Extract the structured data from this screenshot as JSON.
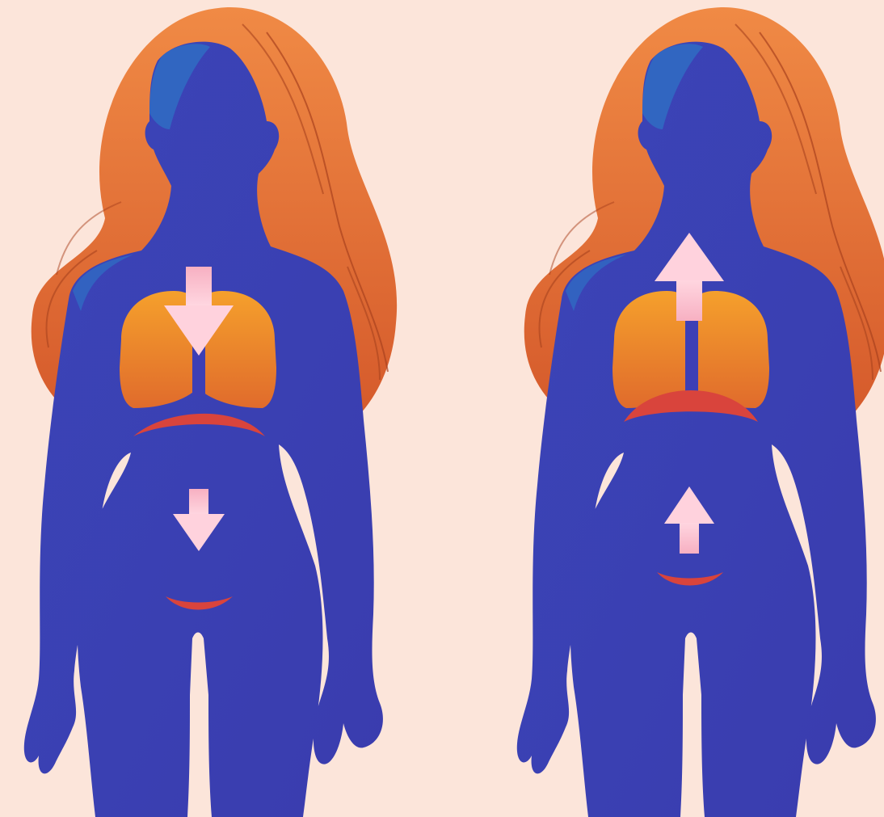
{
  "diagram": {
    "figures": [
      {
        "id": "left",
        "phase": "inhale",
        "arrow_direction": "down",
        "diaphragm": "lowered"
      },
      {
        "id": "right",
        "phase": "exhale",
        "arrow_direction": "up",
        "diaphragm": "raised"
      }
    ]
  },
  "colors": {
    "background": "#fce5da",
    "hair_light": "#f08a45",
    "hair_dark": "#d4582a",
    "hair_strand": "#a9421e",
    "body": "#3d3fb5",
    "face_shade": "#2f6fc4",
    "lung_top": "#f5a02c",
    "lung_bottom": "#e06b2c",
    "diaphragm": "#d9443c",
    "arrow_light": "#ffd2dd",
    "arrow_mid": "#f7b0c2"
  },
  "icons": [
    "arrow-down-icon",
    "arrow-up-icon"
  ]
}
